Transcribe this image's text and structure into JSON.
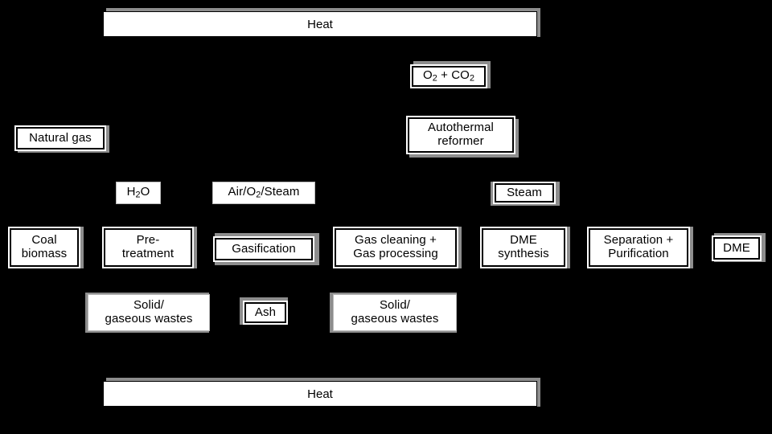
{
  "diagram": {
    "title": "DME production process block flow diagram",
    "background_color": "#000000",
    "box_fill_color": "#ffffff",
    "text_color": "#000000",
    "shadow_color": "#8d8d8d"
  },
  "heat_top": {
    "label": "Heat"
  },
  "heat_bottom": {
    "label": "Heat"
  },
  "feeds": {
    "o2_co2": {
      "label_part1": "O",
      "label_sub1": "2",
      "label_mid": " + CO",
      "label_sub2": "2"
    },
    "natural_gas": {
      "label": "Natural gas"
    },
    "h2o": {
      "label_part1": "H",
      "label_sub1": "2",
      "label_part2": "O"
    },
    "air_o2_steam": {
      "label_part1": "Air/O",
      "label_sub1": "2",
      "label_part2": "/Steam"
    },
    "steam": {
      "label": "Steam"
    }
  },
  "units": {
    "autothermal_reformer": {
      "label": "Autothermal\nreformer"
    },
    "coal_biomass": {
      "label": "Coal\nbiomass"
    },
    "pre_treatment": {
      "label": "Pre-\ntreatment"
    },
    "gasification": {
      "label": "Gasification"
    },
    "gas_cleaning": {
      "label": "Gas cleaning +\nGas processing"
    },
    "dme_synthesis": {
      "label": "DME\nsynthesis"
    },
    "separation_purification": {
      "label": "Separation +\nPurification"
    },
    "dme_product": {
      "label": "DME"
    }
  },
  "wastes": {
    "solid_gaseous_wastes_1": {
      "label": "Solid/\ngaseous wastes"
    },
    "ash": {
      "label": "Ash"
    },
    "solid_gaseous_wastes_2": {
      "label": "Solid/\ngaseous wastes"
    }
  }
}
